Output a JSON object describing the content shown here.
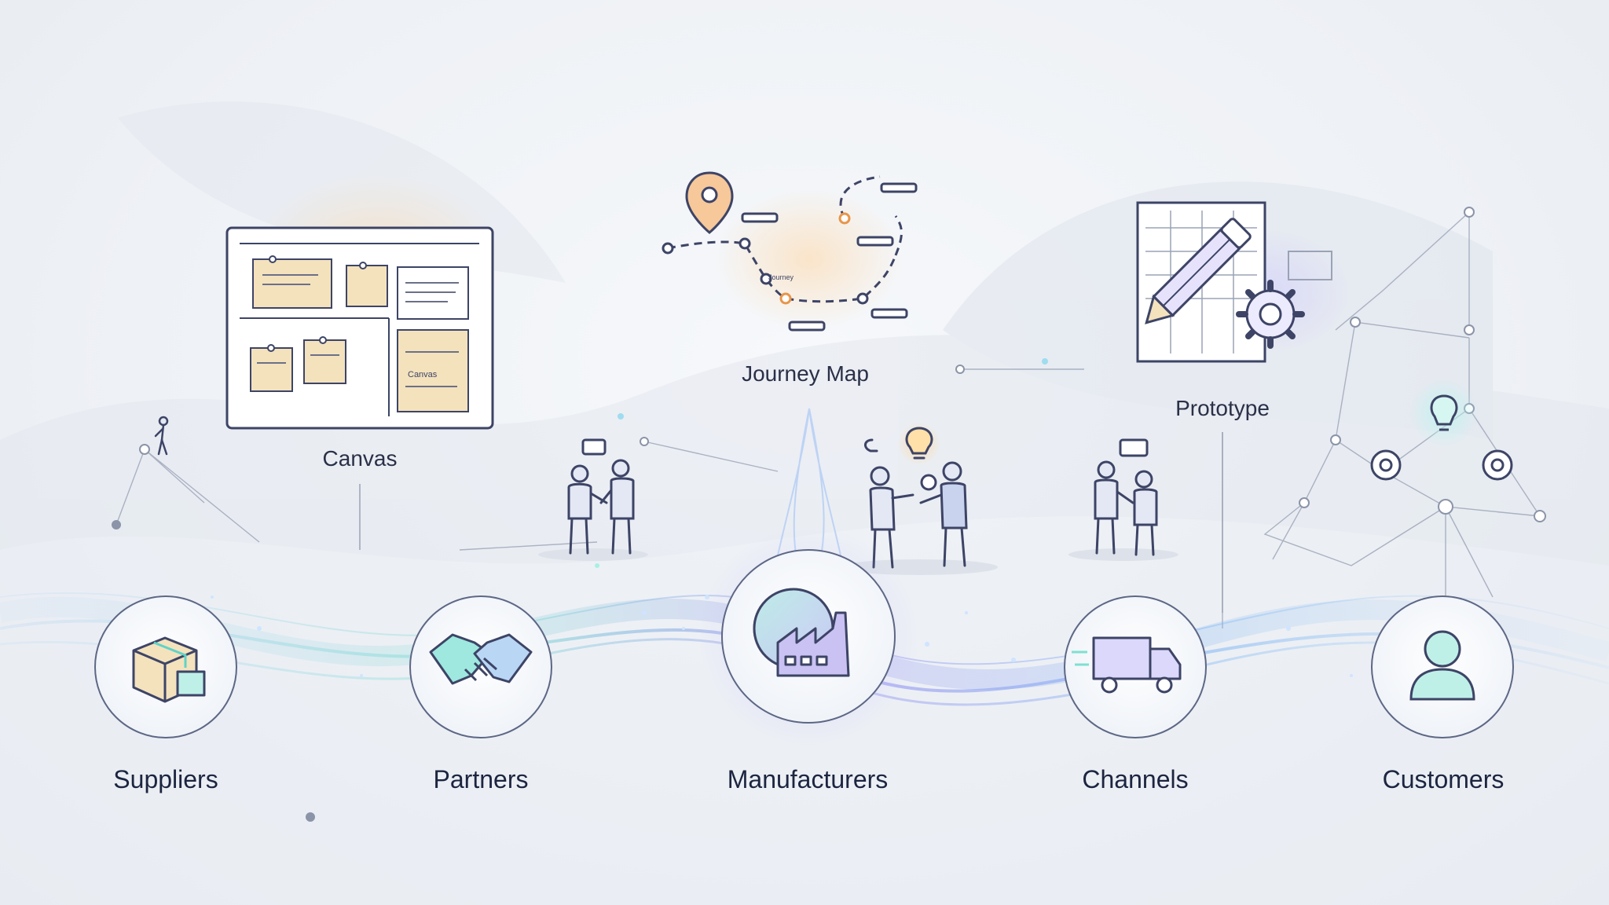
{
  "tools": [
    {
      "id": "canvas",
      "label": "Canvas",
      "icon": "canvas-board-icon",
      "inner_note": "Canvas"
    },
    {
      "id": "journey-map",
      "label": "Journey Map",
      "icon": "journey-map-icon",
      "inner_note": "Journey"
    },
    {
      "id": "prototype",
      "label": "Prototype",
      "icon": "prototype-pencil-gear-icon"
    }
  ],
  "stages": [
    {
      "id": "suppliers",
      "label": "Suppliers",
      "icon": "boxes-icon"
    },
    {
      "id": "partners",
      "label": "Partners",
      "icon": "handshake-icon"
    },
    {
      "id": "manufacturers",
      "label": "Manufacturers",
      "icon": "factory-gear-icon"
    },
    {
      "id": "channels",
      "label": "Channels",
      "icon": "delivery-truck-icon"
    },
    {
      "id": "customers",
      "label": "Customers",
      "icon": "person-icon"
    }
  ],
  "colors": {
    "stroke": "#3d4466",
    "accent_blue": "#6aa8f0",
    "accent_teal": "#5fd3c8",
    "accent_violet": "#8b86e8",
    "accent_orange": "#f2a14a",
    "paper": "#f4e2bd"
  }
}
